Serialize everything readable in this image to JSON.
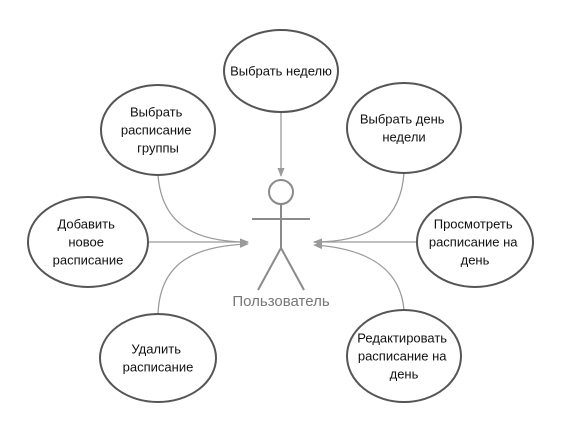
{
  "actor": {
    "label": "Пользователь"
  },
  "use_cases": {
    "choose_week": [
      "Выбрать неделю"
    ],
    "choose_group_schedule": [
      "Выбрать",
      "расписание",
      "группы"
    ],
    "choose_weekday": [
      "Выбрать день",
      "недели"
    ],
    "add_schedule": [
      "Добавить",
      "новое",
      "расписание"
    ],
    "view_day_schedule": [
      "Просмотреть",
      "расписание на",
      "день"
    ],
    "delete_schedule": [
      "Удалить",
      "расписание"
    ],
    "edit_day_schedule": [
      "Редактировать",
      "расписание на",
      "день"
    ]
  }
}
